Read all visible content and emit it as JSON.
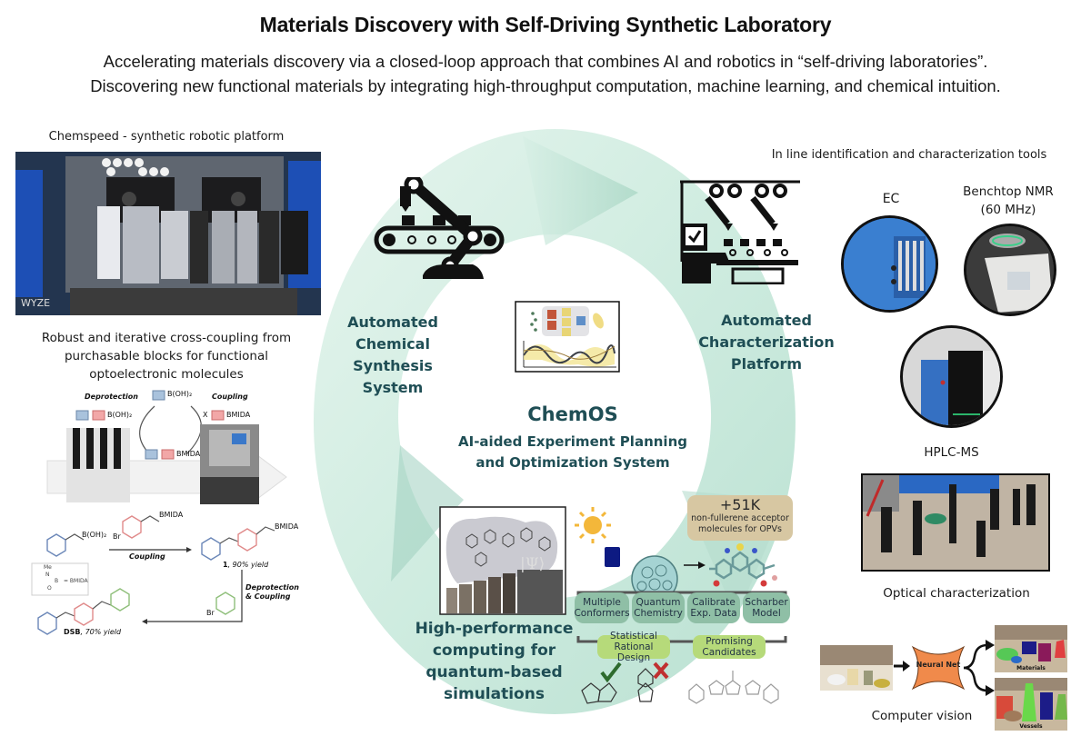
{
  "header": {
    "title": "Materials Discovery with Self-Driving Synthetic Laboratory",
    "subtitle_line1": "Accelerating materials discovery via a closed-loop approach that combines AI and robotics in “self-driving laboratories”.",
    "subtitle_line2": "Discovering new functional materials by integrating high-throughput computation, machine learning, and chemical intuition."
  },
  "left_panel": {
    "chemspeed_caption": "Chemspeed - synthetic robotic platform",
    "photo_watermark": "WYZE",
    "crosscoupling_caption_line1": "Robust and iterative cross-coupling from",
    "crosscoupling_caption_line2": "purchasable blocks for functional",
    "crosscoupling_caption_line3": "optoelectronic molecules",
    "cycle": {
      "deprotection_label": "Deprotection",
      "coupling_label": "Coupling",
      "top_reagent": "B(OH)₂",
      "left_product": "B(OH)₂",
      "right_reagent_prefix": "X",
      "right_reagent": "BMIDA",
      "bottom_product": "BMIDA"
    },
    "scheme": {
      "start_group": "B(OH)₂",
      "reagent_group": "BMIDA",
      "reagent_halide": "Br",
      "arrow1_label": "Coupling",
      "product1_group": "BMIDA",
      "product1_label": "1",
      "product1_yield": ", 90% yield",
      "arrow2_label_line1": "Deprotection",
      "arrow2_label_line2": "& Coupling",
      "reagent2_halide": "Br",
      "final_label": "DSB",
      "final_yield": ", 70% yield",
      "legend_me": "Me",
      "legend_n": "N",
      "legend_b": "B",
      "legend_o": "O",
      "legend_eq": "= BMIDA"
    }
  },
  "cycle": {
    "synthesis_line1": "Automated",
    "synthesis_line2": "Chemical Synthesis",
    "synthesis_line3": "System",
    "characterization_line1": "Automated",
    "characterization_line2": "Characterization",
    "characterization_line3": "Platform",
    "chemos_title": "ChemOS",
    "chemos_line1": "AI-aided Experiment Planning",
    "chemos_line2": "and Optimization System",
    "hpc_line1": "High-performance",
    "hpc_line2": "computing for",
    "hpc_line3": "quantum-based",
    "hpc_line4": "simulations",
    "psi_symbol": "|Ψ⟩",
    "ring_color": "#cfece0",
    "text_color": "#1f4e55"
  },
  "screening": {
    "count_label": "+51K",
    "count_desc_line1": "non-fullerene acceptor",
    "count_desc_line2": "molecules for OPVs",
    "steps": [
      {
        "line1": "Multiple",
        "line2": "Conformers"
      },
      {
        "line1": "Quantum",
        "line2": "Chemistry"
      },
      {
        "line1": "Calibrate",
        "line2": "Exp. Data"
      },
      {
        "line1": "Scharber",
        "line2": "Model"
      }
    ],
    "outcomes": [
      {
        "line1": "Statistical",
        "line2": "Rational Design"
      },
      {
        "line1": "Promising",
        "line2": "Candidates"
      }
    ]
  },
  "right_panel": {
    "heading": "In line identification and characterization tools",
    "ec_label": "EC",
    "nmr_label_line1": "Benchtop NMR",
    "nmr_label_line2": "(60 MHz)",
    "hplc_label": "HPLC-MS",
    "optical_label": "Optical characterization",
    "cv_label": "Computer vision",
    "neural_net_label": "Neural Net",
    "materials_label": "Materials",
    "vessels_label": "Vessels"
  }
}
